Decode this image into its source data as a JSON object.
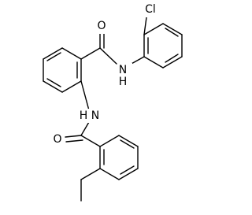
{
  "molecule": {
    "atoms": {
      "chlorine": "Cl",
      "amide_nitrogen_top": "N",
      "amide_hydrogen_top": "H",
      "carbonyl_oxygen_top": "O",
      "amide_nitrogen_bottom": "N",
      "amide_hydrogen_bottom": "H",
      "carbonyl_oxygen_bottom": "O"
    },
    "colors": {
      "bond": "#000000",
      "background": "#ffffff"
    }
  }
}
